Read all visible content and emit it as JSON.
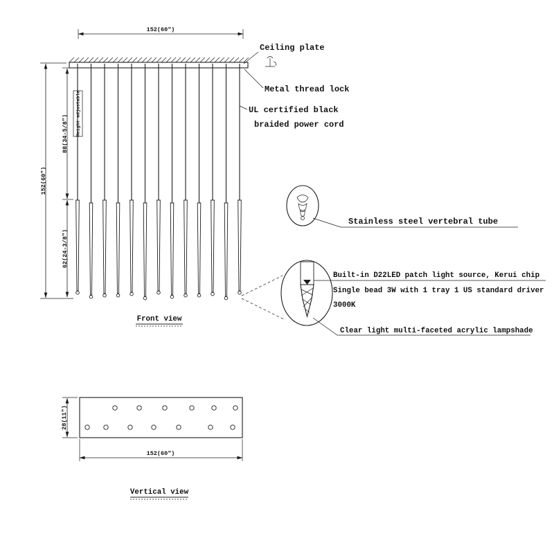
{
  "front_view": {
    "label": "Front view",
    "pendant_count": 13,
    "dims": {
      "top_width": "152(60\")",
      "overall_height": "152(60\")",
      "upper_drop": "88(34-5/8\")",
      "lower_drop": "62(24-3/8\")",
      "height_adjustable": "Height adjustable"
    },
    "callouts": {
      "ceiling_plate": "Ceiling plate",
      "metal_thread_lock": "Metal thread lock",
      "power_cord_l1": "UL certified black",
      "power_cord_l2": "braided power cord"
    }
  },
  "details": {
    "vertebral_tube": "Stainless steel vertebral tube",
    "led_l1": "Built-in D22LED patch light source, Kerui chip",
    "led_l2": "Single bead 3W with 1 tray 1 US standard driver",
    "led_l3": "3000K",
    "lampshade": "Clear light multi-faceted acrylic lampshade"
  },
  "vertical_view": {
    "label": "Vertical view",
    "dims": {
      "height": "28(11\")",
      "width": "152(60\")"
    }
  },
  "colors": {
    "line": "#1c1c1c",
    "background": "#ffffff"
  }
}
